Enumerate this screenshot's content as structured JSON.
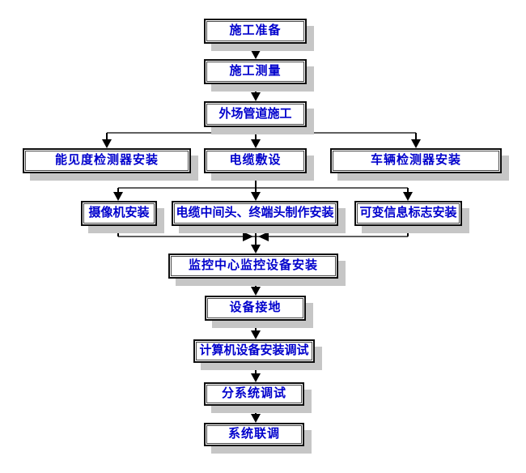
{
  "nodes": {
    "prep": {
      "label": "施工准备"
    },
    "survey": {
      "label": "施工测量"
    },
    "pipeline": {
      "label": "外场管道施工"
    },
    "visibility": {
      "label": "能见度检测器安装"
    },
    "cable": {
      "label": "电缆敷设"
    },
    "vehicle": {
      "label": "车辆检测器安装"
    },
    "camera": {
      "label": "摄像机安装"
    },
    "cable_joint": {
      "label": "电缆中间头、终端头制作安装"
    },
    "vms": {
      "label": "可变信息标志安装"
    },
    "monitor": {
      "label": "监控中心监控设备安装"
    },
    "grounding": {
      "label": "设备接地"
    },
    "computer": {
      "label": "计算机设备安装调试"
    },
    "subsystem": {
      "label": "分系统调试"
    },
    "system": {
      "label": "系统联调"
    }
  },
  "flow": [
    {
      "from": "prep",
      "to": "survey"
    },
    {
      "from": "survey",
      "to": "pipeline"
    },
    {
      "from": "pipeline",
      "to": "visibility"
    },
    {
      "from": "pipeline",
      "to": "cable"
    },
    {
      "from": "pipeline",
      "to": "vehicle"
    },
    {
      "from": "cable",
      "to": "camera"
    },
    {
      "from": "cable",
      "to": "cable_joint"
    },
    {
      "from": "cable",
      "to": "vms"
    },
    {
      "from": "camera",
      "to": "monitor"
    },
    {
      "from": "cable_joint",
      "to": "monitor"
    },
    {
      "from": "vms",
      "to": "monitor"
    },
    {
      "from": "monitor",
      "to": "grounding"
    },
    {
      "from": "grounding",
      "to": "computer"
    },
    {
      "from": "computer",
      "to": "subsystem"
    },
    {
      "from": "subsystem",
      "to": "system"
    }
  ],
  "colors": {
    "label_text": "#0000cc",
    "box_border": "#0d0d0d",
    "box_shadow": "#c6c6c6",
    "connector": "#000000",
    "background": "#ffffff"
  }
}
